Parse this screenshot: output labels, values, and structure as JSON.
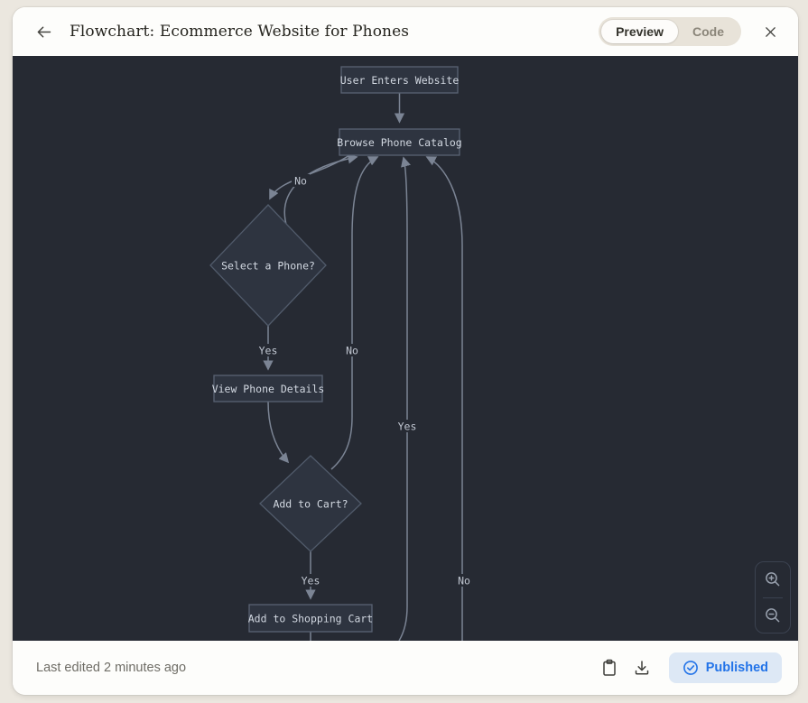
{
  "header": {
    "title": "Flowchart: Ecommerce Website for Phones",
    "view_toggle": {
      "preview_label": "Preview",
      "code_label": "Code",
      "active": "Preview"
    }
  },
  "footer": {
    "status_text": "Last edited 2 minutes ago",
    "publish_button": {
      "label": "Published",
      "state": "published"
    }
  },
  "icons": {
    "back": "arrow-left",
    "close": "x",
    "copy": "clipboard",
    "download": "download-tray",
    "published": "check-circle",
    "zoom_in": "magnifier-plus",
    "zoom_out": "magnifier-minus"
  },
  "colors": {
    "page_bg": "#ebe7df",
    "card_bg": "#fdfdfb",
    "canvas_bg": "#262a33",
    "node_fill": "#2e3440",
    "node_border": "#596273",
    "edge": "#7b8494",
    "toggle_bg": "#e8e3d9",
    "accent_blue": "#2273e8",
    "published_bg": "#dde8f5"
  },
  "flowchart": {
    "nodes": [
      {
        "id": "A",
        "shape": "rect",
        "label": "User Enters Website"
      },
      {
        "id": "B",
        "shape": "rect",
        "label": "Browse Phone Catalog"
      },
      {
        "id": "C",
        "shape": "diamond",
        "label": "Select a Phone?"
      },
      {
        "id": "D",
        "shape": "rect",
        "label": "View Phone Details"
      },
      {
        "id": "E",
        "shape": "diamond",
        "label": "Add to Cart?"
      },
      {
        "id": "F",
        "shape": "rect",
        "label": "Add to Shopping Cart"
      }
    ],
    "edges": [
      {
        "from": "A",
        "to": "B",
        "label": ""
      },
      {
        "from": "B",
        "to": "C",
        "label": ""
      },
      {
        "from": "C",
        "to": "B",
        "label": "No"
      },
      {
        "from": "C",
        "to": "D",
        "label": "Yes"
      },
      {
        "from": "D",
        "to": "E",
        "label": ""
      },
      {
        "from": "E",
        "to": "F",
        "label": "Yes"
      },
      {
        "from": "E",
        "to": "B",
        "label": "No"
      },
      {
        "from": "offscreen-below",
        "to": "B",
        "label": "Yes"
      },
      {
        "from": "offscreen-below",
        "to": "B",
        "label": "No"
      }
    ]
  }
}
